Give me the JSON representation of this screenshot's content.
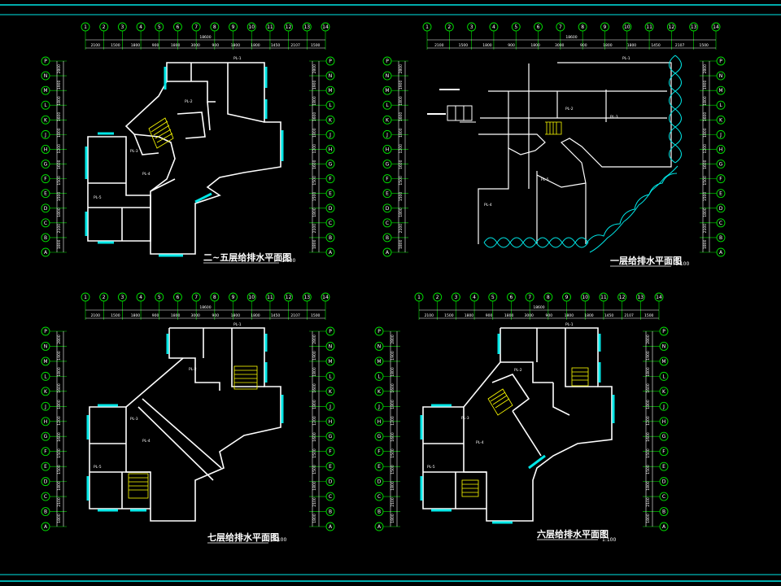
{
  "colors": {
    "frame": "#00e6e6",
    "wall": "#ffffff",
    "axis": "#00e000",
    "dim": "#ffffff",
    "window": "#00e6e6",
    "stair": "#ffff00",
    "pipe": "#ffffff"
  },
  "plans": [
    {
      "id": "p1",
      "title": "二~五层给排水平面图",
      "scale": "1:100",
      "top_axes": [
        "1",
        "2",
        "3",
        "4",
        "5",
        "6",
        "7",
        "8",
        "9",
        "10",
        "11",
        "12",
        "13",
        "14"
      ],
      "top_dims": [
        "2100",
        "1500",
        "1800",
        "900",
        "1800",
        "3000",
        "900",
        "1800",
        "1800",
        "1450",
        "2107",
        "1500"
      ],
      "total": "18600",
      "left_axes": [
        "P",
        "N",
        "M",
        "L",
        "K",
        "J",
        "H",
        "G",
        "F",
        "E",
        "D",
        "C",
        "B",
        "A"
      ],
      "right_axes": [
        "P",
        "N",
        "M",
        "L",
        "K",
        "J",
        "H",
        "G",
        "F",
        "E",
        "D",
        "C",
        "B",
        "A"
      ],
      "side_dims": [
        "2800",
        "1900",
        "1800",
        "1600",
        "1800",
        "1200",
        "1600",
        "1500",
        "1500",
        "1800",
        "2100",
        "1800"
      ],
      "pipe_tags": [
        "PL-1",
        "PL-2",
        "PL-3",
        "PL-4",
        "PL-5"
      ]
    },
    {
      "id": "p2",
      "title": "一层给排水平面图",
      "scale": "1:100",
      "top_axes": [
        "1",
        "2",
        "3",
        "4",
        "5",
        "6",
        "7",
        "8",
        "9",
        "10",
        "11",
        "12",
        "13",
        "14"
      ],
      "top_dims": [
        "2100",
        "1500",
        "1800",
        "900",
        "1800",
        "3000",
        "900",
        "1800",
        "1800",
        "1450",
        "2107",
        "1500"
      ],
      "total": "18600",
      "left_axes": [
        "P",
        "N",
        "M",
        "L",
        "K",
        "J",
        "H",
        "G",
        "F",
        "E",
        "D",
        "C",
        "B",
        "A"
      ],
      "right_axes": [
        "P",
        "N",
        "M",
        "L",
        "K",
        "J",
        "H",
        "G",
        "F",
        "E",
        "D",
        "C",
        "B",
        "A"
      ],
      "side_dims": [
        "2800",
        "1900",
        "1800",
        "1600",
        "1800",
        "1200",
        "1600",
        "1500",
        "1500",
        "1800",
        "2100",
        "1800"
      ],
      "pipe_tags": [
        "PL-1",
        "PL-2",
        "PL-3",
        "PL-4",
        "PL-5"
      ]
    },
    {
      "id": "p3",
      "title": "七层给排水平面图",
      "scale": "1:100",
      "top_axes": [
        "1",
        "2",
        "3",
        "4",
        "5",
        "6",
        "7",
        "8",
        "9",
        "10",
        "11",
        "12",
        "13",
        "14"
      ],
      "top_dims": [
        "2100",
        "1500",
        "1800",
        "900",
        "1800",
        "3000",
        "900",
        "1800",
        "1800",
        "1450",
        "2107",
        "1500"
      ],
      "total": "18600",
      "left_axes": [
        "P",
        "N",
        "M",
        "L",
        "K",
        "J",
        "H",
        "G",
        "F",
        "E",
        "D",
        "C",
        "B",
        "A"
      ],
      "right_axes": [
        "P",
        "N",
        "M",
        "L",
        "K",
        "J",
        "H",
        "G",
        "F",
        "E",
        "D",
        "C",
        "B",
        "A"
      ],
      "side_dims": [
        "2800",
        "1900",
        "1800",
        "1600",
        "1800",
        "1200",
        "1600",
        "1500",
        "1500",
        "1800",
        "2100",
        "1800"
      ],
      "pipe_tags": [
        "PL-1",
        "PL-2",
        "PL-3",
        "PL-4",
        "PL-5"
      ]
    },
    {
      "id": "p4",
      "title": "六层给排水平面图",
      "scale": "1:100",
      "top_axes": [
        "1",
        "2",
        "3",
        "4",
        "5",
        "6",
        "7",
        "8",
        "9",
        "10",
        "11",
        "12",
        "13",
        "14"
      ],
      "top_dims": [
        "2100",
        "1500",
        "1800",
        "900",
        "1800",
        "3000",
        "900",
        "1800",
        "1800",
        "1450",
        "2107",
        "1500"
      ],
      "total": "18600",
      "left_axes": [
        "P",
        "N",
        "M",
        "L",
        "K",
        "J",
        "H",
        "G",
        "F",
        "E",
        "D",
        "C",
        "B",
        "A"
      ],
      "right_axes": [
        "P",
        "N",
        "M",
        "L",
        "K",
        "J",
        "H",
        "G",
        "F",
        "E",
        "D",
        "C",
        "B",
        "A"
      ],
      "side_dims": [
        "2800",
        "1900",
        "1800",
        "1600",
        "1800",
        "1200",
        "1600",
        "1500",
        "1500",
        "1800",
        "2100",
        "1800"
      ],
      "pipe_tags": [
        "PL-1",
        "PL-2",
        "PL-3",
        "PL-4",
        "PL-5"
      ]
    }
  ]
}
